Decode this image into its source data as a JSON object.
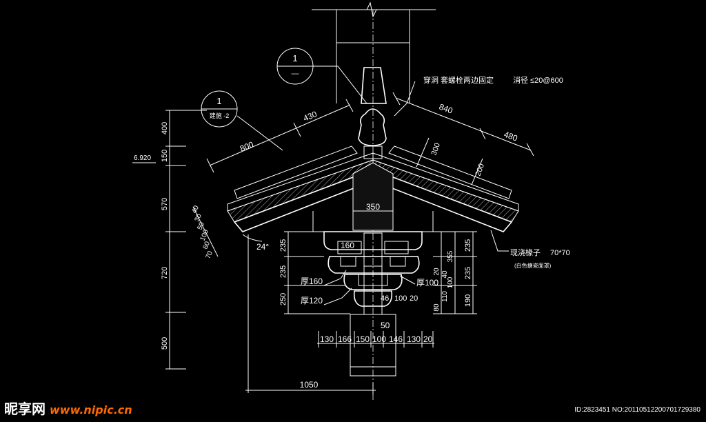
{
  "drawing": {
    "section_ref_1": {
      "num": "1",
      "sub": "—"
    },
    "section_ref_2": {
      "num": "1",
      "sub": "建施 -2"
    },
    "notes": {
      "top_note": "穿洞  套螺栓两边固定",
      "top_note_2": "消径  ≤20@600",
      "rafter": "现浇椽子",
      "rafter_size": "70*70",
      "rafter_note": "(白色搪瓷面罩)",
      "thick_160a": "厚160",
      "thick_120": "厚120",
      "thick_100": "厚100"
    },
    "elevation": "6.920",
    "angle": "24°",
    "dims": {
      "left_vertical": [
        "400",
        "150",
        "570",
        "720",
        "500"
      ],
      "left_small": [
        "40",
        "30",
        "50",
        "100",
        "60",
        "70"
      ],
      "top_left": [
        "800",
        "430"
      ],
      "top_right": [
        "840",
        "480",
        "300",
        "200"
      ],
      "center": [
        "350",
        "160",
        "46",
        "100",
        "20",
        "50"
      ],
      "inner_left": [
        "235",
        "235",
        "250"
      ],
      "inner_right": [
        "20",
        "355",
        "235",
        "235",
        "190",
        "80",
        "110",
        "100",
        "40"
      ],
      "bottom": [
        "130",
        "166",
        "150",
        "100",
        "146",
        "130",
        "20"
      ],
      "base_width": "1050"
    }
  },
  "watermark": {
    "site": "昵享网",
    "url": "www.nipic.cn"
  },
  "image_id": "ID:2823451 NO:20110512200701729380"
}
